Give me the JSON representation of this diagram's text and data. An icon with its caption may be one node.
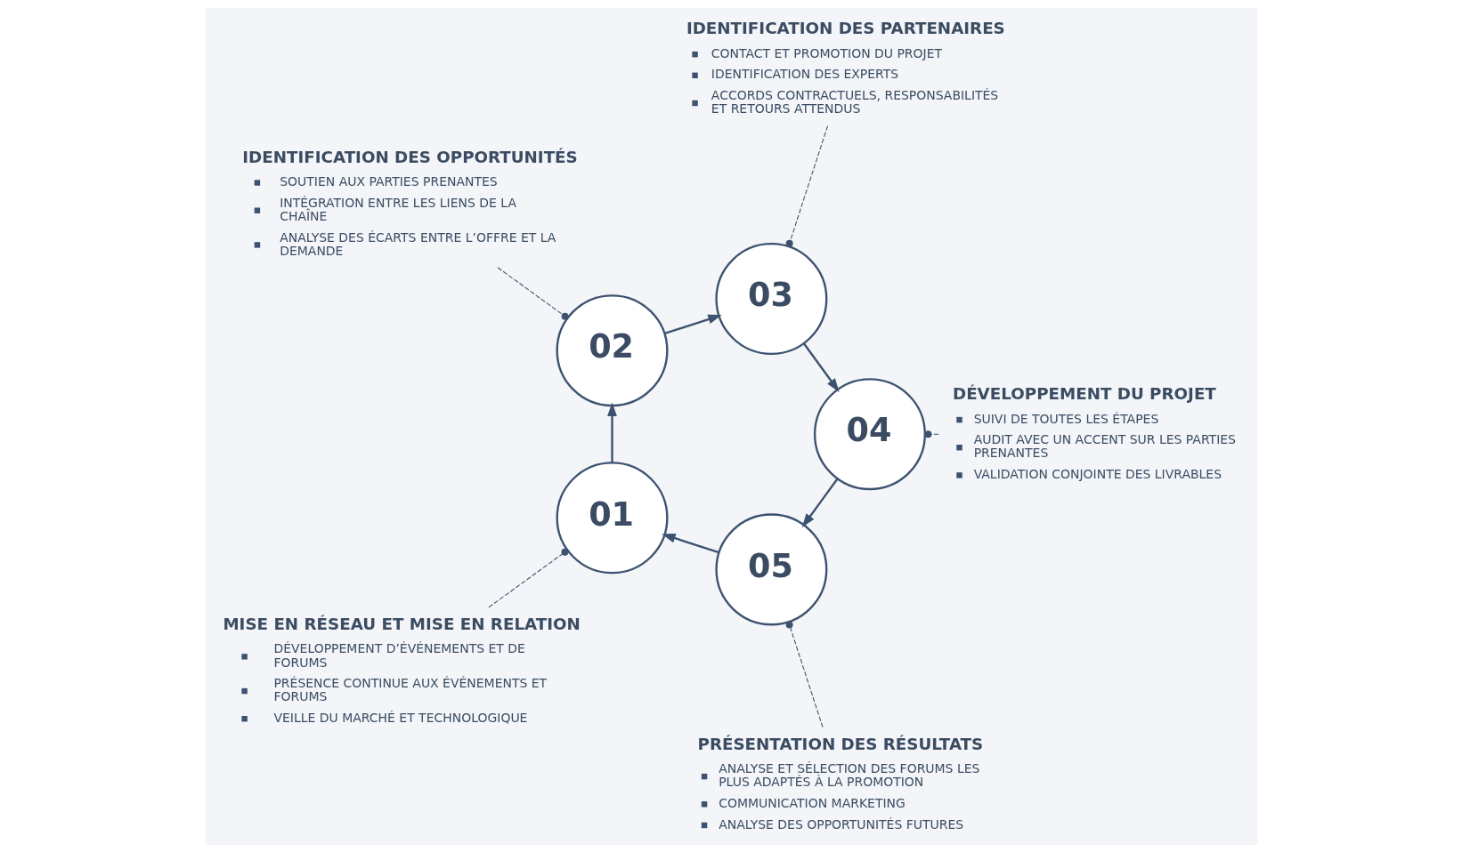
{
  "diagram": {
    "nodes": [
      {
        "text": [
          "01"
        ]
      },
      {
        "text": [
          "02"
        ]
      },
      {
        "text": [
          "03"
        ]
      },
      {
        "text": [
          "04"
        ]
      },
      {
        "text": [
          "05"
        ]
      },
      {
        "text": [
          "IDENTIFICATION DES OPPORTUNITÉS",
          "SOUTIEN AUX PARTIES PRENANTES",
          "INTÉGRATION ENTRE LES LIENS DE LA CHAÎNE",
          "ANALYSE DES ÉCARTS ENTRE L’OFFRE ET LA DEMANDE"
        ]
      },
      {
        "text": [
          "IDENTIFICATION DES PARTENAIRES",
          "CONTACT ET PROMOTION DU PROJET",
          "IDENTIFICATION DES EXPERTS",
          "ACCORDS CONTRACTUELS, RESPONSABILITÉS ET RETOURS ATTENDUS"
        ]
      },
      {
        "text": [
          "DÉVELOPPEMENT DU PROJET",
          "SUIVI DE TOUTES LES ÉTAPES",
          "AUDIT AVEC UN ACCENT SUR LES PARTIES PRENANTES",
          "VALIDATION CONJOINTE DES LIVRABLES"
        ]
      },
      {
        "text": [
          "MISE EN RÉSEAU ET MISE EN RELATION",
          "DÉVELOPPEMENT D’ÉVÉNEMENTS ET DE FORUMS",
          "PRÉSENCE CONTINUE AUX ÉVÉNEMENTS ET FORUMS",
          "VEILLE DU MARCHÉ ET TECHNOLOGIQUE"
        ]
      },
      {
        "text": [
          "PRÉSENTATION DES RÉSULTATS",
          "ANALYSE ET SÉLECTION DES FORUMS LES PLUS ADAPTÉS À LA PROMOTION",
          "COMMUNICATION MARKETING",
          "ANALYSE DES OPPORTUNITÉS FUTURES"
        ]
      }
    ],
    "edges": [
      {
        "from": 0,
        "to": 1,
        "arrow": "to"
      },
      {
        "from": 1,
        "to": 2,
        "arrow": "to"
      },
      {
        "from": 2,
        "to": 3,
        "arrow": "to"
      },
      {
        "from": 3,
        "to": 4,
        "arrow": "to"
      },
      {
        "from": 4,
        "to": 0,
        "arrow": "to"
      },
      {
        "from": 5,
        "to": 1,
        "arrow": "other",
        "style": "dashed"
      },
      {
        "from": 6,
        "to": 2,
        "arrow": "other",
        "style": "dashed"
      },
      {
        "from": 7,
        "to": 3,
        "arrow": "other",
        "style": "dashed"
      },
      {
        "from": 8,
        "to": 0,
        "arrow": "other",
        "style": "dashed"
      },
      {
        "from": 9,
        "to": 4,
        "arrow": "other",
        "style": "dashed"
      }
    ]
  }
}
